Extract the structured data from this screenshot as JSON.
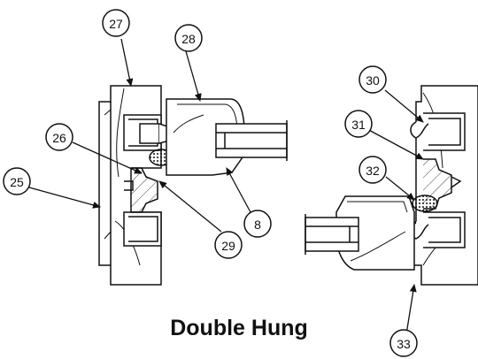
{
  "caption": "Double Hung",
  "callouts": {
    "c25": "25",
    "c26": "26",
    "c27": "27",
    "c28": "28",
    "c29": "29",
    "c8": "8",
    "c30": "30",
    "c31": "31",
    "c32": "32",
    "c33": "33"
  },
  "colors": {
    "line": "#111111",
    "background": "#ffffff"
  }
}
